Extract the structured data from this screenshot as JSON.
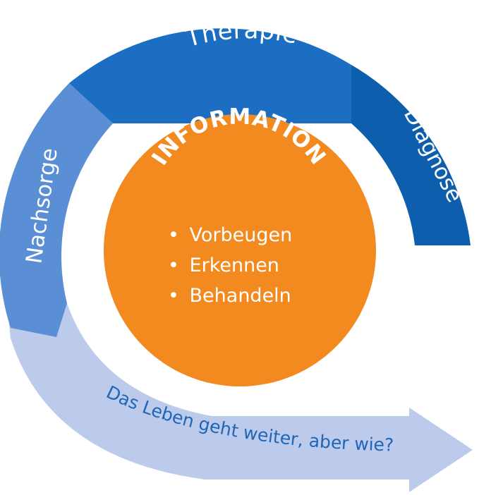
{
  "segments": {
    "therapie": "Therapie",
    "diagnose": "Diagnose",
    "nachsorge": "Nachsorge"
  },
  "arrow": {
    "label": "Das Leben geht weiter, aber wie?"
  },
  "center": {
    "title": "INFORMATION",
    "items": [
      "Vorbeugen",
      "Erkennen",
      "Behandeln"
    ],
    "bullet_char": "•"
  },
  "colors": {
    "therapie": "#1b6ec2",
    "diagnose": "#0d5fae",
    "nachsorge": "#5a8fd6",
    "arrow": "#bccbeb",
    "center": "#f28a1f",
    "arrow_text": "#1f66b8"
  }
}
